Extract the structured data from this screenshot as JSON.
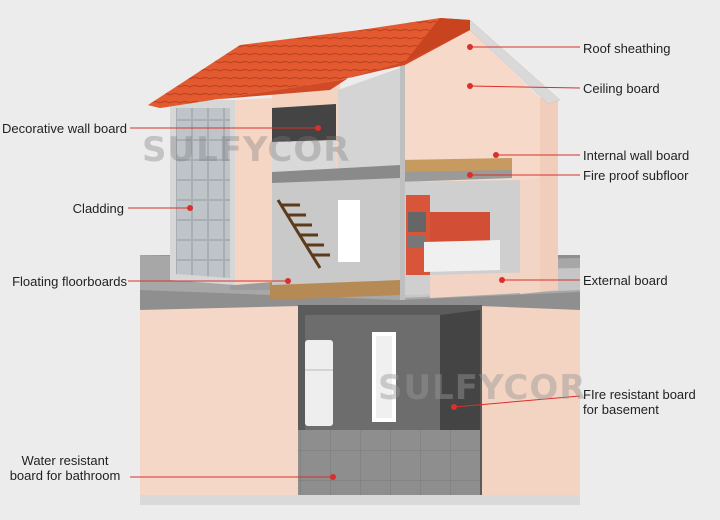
{
  "watermark": {
    "text": "SULFYCOR"
  },
  "labels": {
    "roof_sheathing": "Roof sheathing",
    "ceiling_board": "Ceiling board",
    "decorative_wall_board": "Decorative wall board",
    "internal_wall_board": "Internal wall board",
    "fire_proof_subfloor": "Fire proof subfloor",
    "cladding": "Cladding",
    "floating_floorboards": "Floating floorboards",
    "external_board": "External board",
    "fire_resistant_basement_line1": "FIre resistant board",
    "fire_resistant_basement_line2": "for basement",
    "water_resistant_line1": "Water resistant",
    "water_resistant_line2": "board for bathroom"
  },
  "colors": {
    "leader_line": "#d9302c",
    "roof_tile": "#e2572e",
    "wall_pink": "#f6d8c8",
    "ground_gray": "#9a9a9a",
    "kitchen_red": "#d9553a"
  }
}
